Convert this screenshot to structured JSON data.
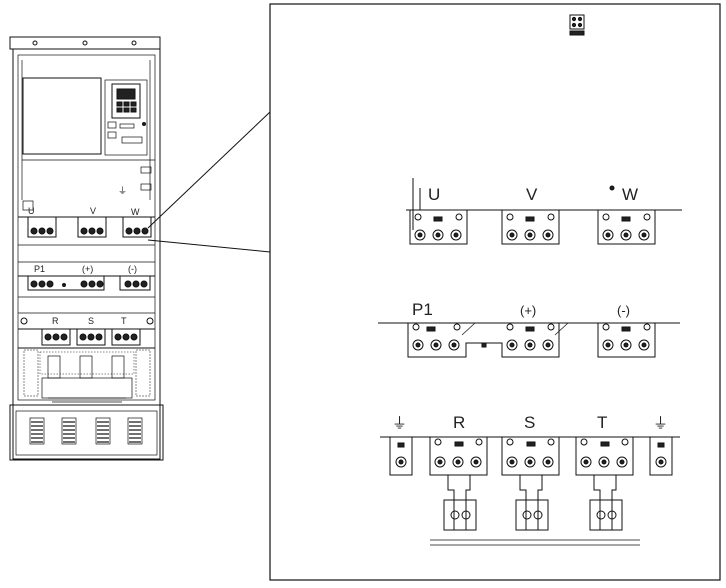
{
  "drive_overview": {
    "main_labels": [
      "U",
      "V",
      "W"
    ],
    "dc_labels": [
      "P1",
      "(+)",
      "(-)"
    ],
    "input_labels": [
      "R",
      "S",
      "T"
    ]
  },
  "detail_view": {
    "output_terminals": [
      "U",
      "V",
      "W"
    ],
    "dc_terminals": [
      "P1",
      "(+)",
      "(-)"
    ],
    "input_terminals": [
      "R",
      "S",
      "T"
    ],
    "ground_symbol": "⏚"
  }
}
